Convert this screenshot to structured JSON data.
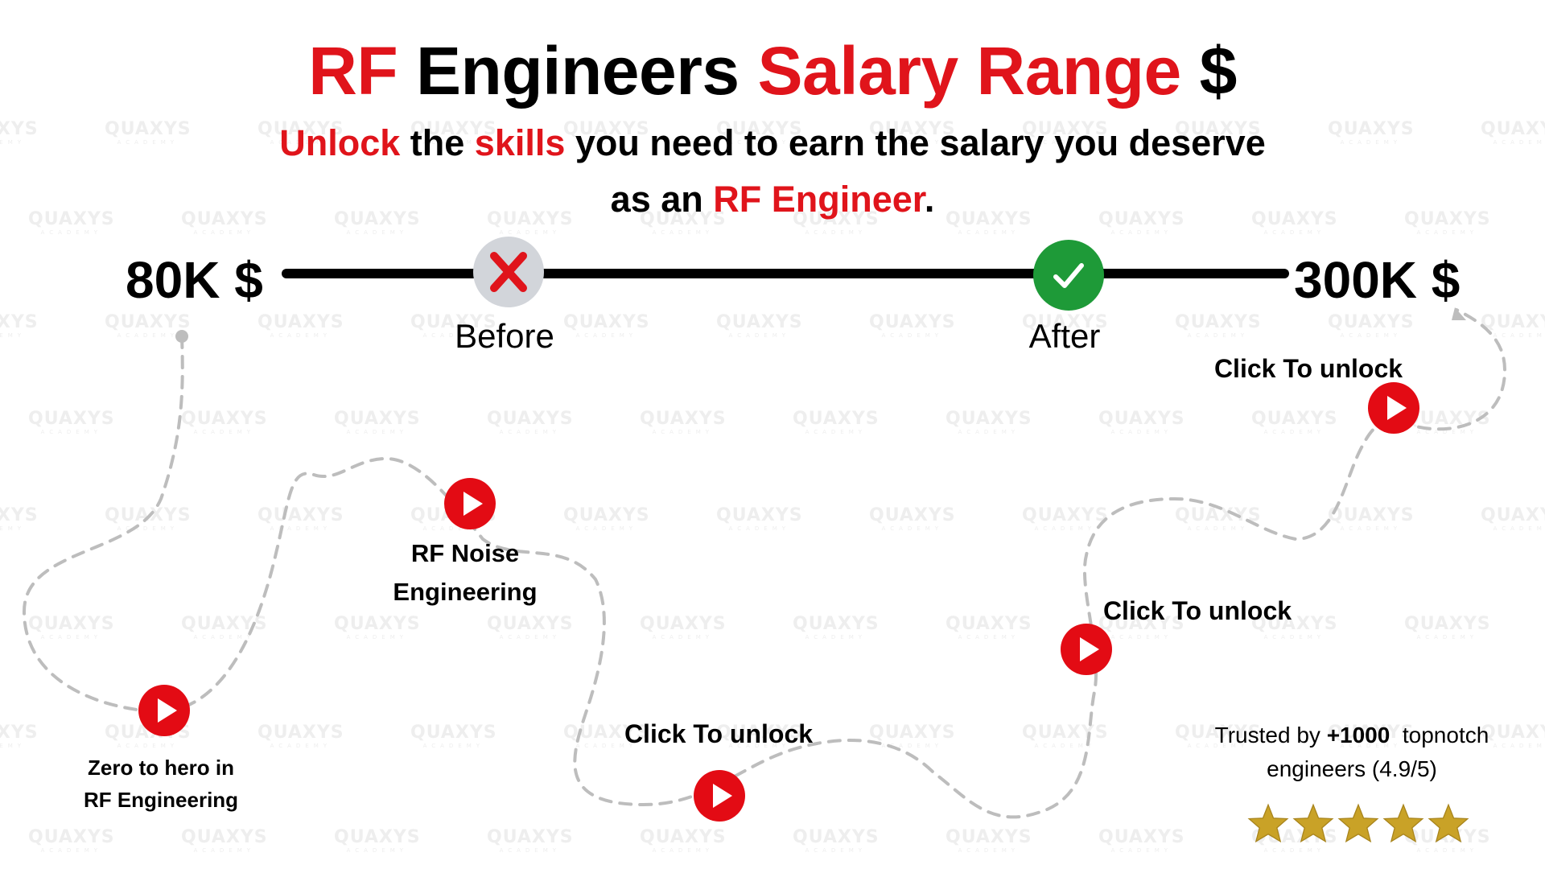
{
  "watermark": {
    "brand": "QUAXYS",
    "tagline": "ACADEMY"
  },
  "title": {
    "part1": "RF",
    "part2": " Engineers ",
    "part3": "Salary Range",
    "part4": " $"
  },
  "subtitle": {
    "w1": "Unlock",
    "w2": " the ",
    "w3": "skills",
    "w4": " you need to earn the salary you deserve",
    "w5": "as an ",
    "w6": "RF Engineer",
    "w7": "."
  },
  "salary_range": {
    "min_label": "80K $",
    "max_label": "300K $",
    "before_label": "Before",
    "after_label": "After",
    "before_icon": "x-icon",
    "after_icon": "check-icon"
  },
  "steps": [
    {
      "line1": "Zero to hero in",
      "line2": "RF Engineering",
      "icon": "play-icon"
    },
    {
      "line1": "RF Noise",
      "line2": "Engineering",
      "icon": "play-icon"
    },
    {
      "line1": "Click To unlock",
      "icon": "play-icon"
    },
    {
      "line1": "Click To unlock",
      "icon": "play-icon"
    },
    {
      "line1": "Click To unlock",
      "icon": "play-icon"
    }
  ],
  "trust": {
    "prefix": "Trusted by ",
    "count": "+1000",
    "suffix": "  topnotch",
    "line2": "engineers (4.9/5)",
    "stars": 5
  },
  "colors": {
    "accent_red": "#e0141b",
    "play_red": "#e30b14",
    "success_green": "#1e9a38",
    "star_gold": "#c9a227",
    "path_gray": "#bdbdbd"
  }
}
